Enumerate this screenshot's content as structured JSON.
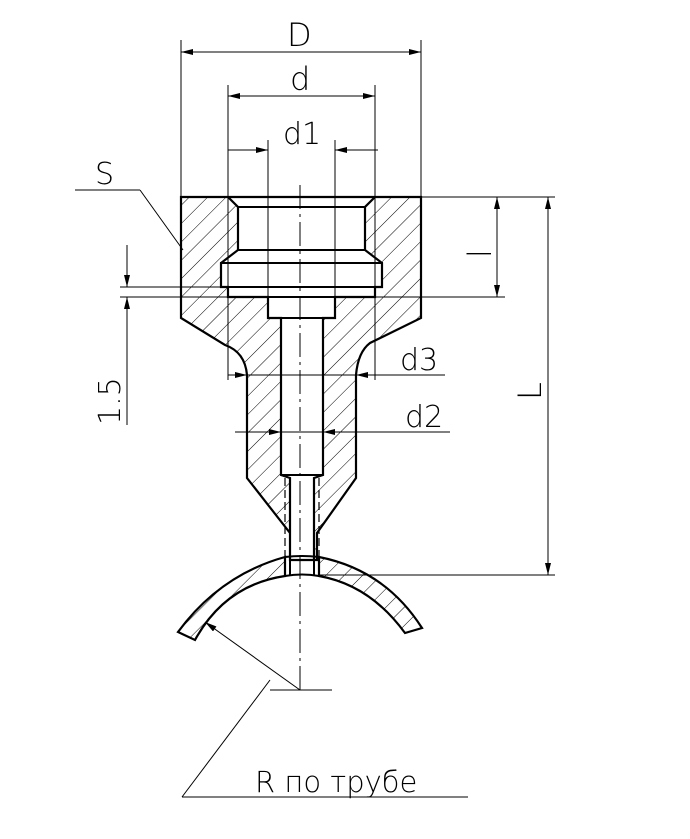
{
  "drawing": {
    "dim_D": "D",
    "dim_d": "d",
    "dim_d1": "d1",
    "dim_d2": "d2",
    "dim_d3": "d3",
    "dim_S": "S",
    "dim_l": "l",
    "dim_L": "L",
    "dim_gap": "1.5",
    "radius_note": "R по трубе"
  },
  "colors": {
    "line": "#000000",
    "background": "#ffffff"
  }
}
